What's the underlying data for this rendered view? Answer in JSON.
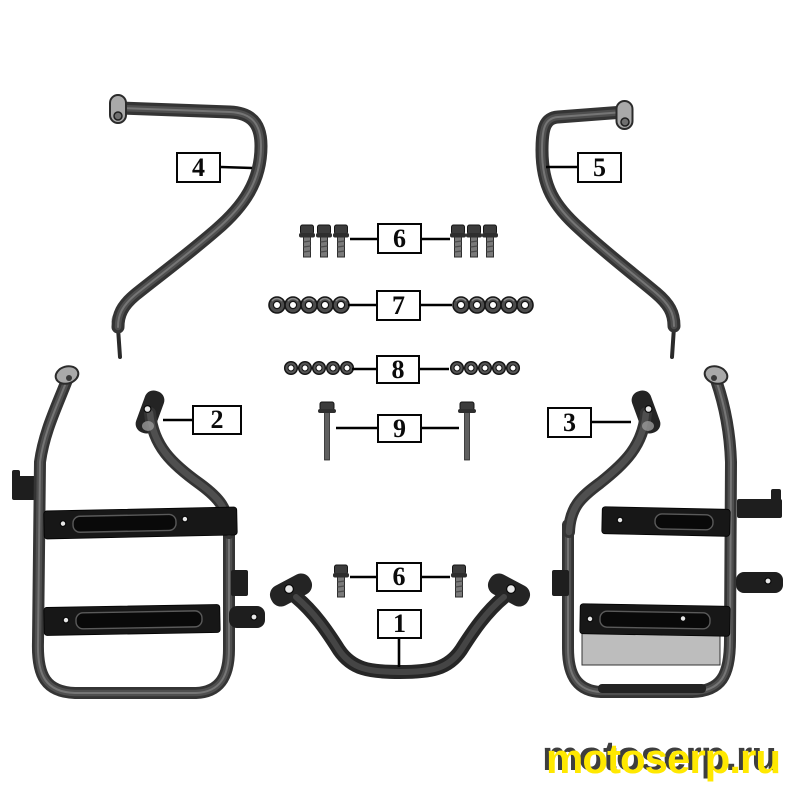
{
  "watermark": {
    "text": "motoserp.ru",
    "color": "#ffe800",
    "shadow_color": "#3e3e3e"
  },
  "callouts": {
    "c1": "1",
    "c2": "2",
    "c3": "3",
    "c4": "4",
    "c5": "5",
    "c6a": "6",
    "c6b": "6",
    "c7": "7",
    "c8": "8",
    "c9": "9"
  },
  "hardware": {
    "row6": {
      "callout": "6",
      "item": "short-flange-bolt",
      "left_count": 3,
      "right_count": 3
    },
    "row7": {
      "callout": "7",
      "item": "large-washer",
      "left_count": 5,
      "right_count": 5
    },
    "row8": {
      "callout": "8",
      "item": "small-washer",
      "left_count": 5,
      "right_count": 5
    },
    "row9": {
      "callout": "9",
      "item": "long-flange-bolt",
      "left_count": 1,
      "right_count": 1
    },
    "row6b": {
      "callout": "6",
      "item": "short-flange-bolt",
      "left_count": 1,
      "right_count": 1
    }
  },
  "parts_shown": [
    "1",
    "2",
    "3",
    "4",
    "5",
    "6",
    "7",
    "8",
    "9"
  ],
  "colors": {
    "background": "#ffffff",
    "tube_dark": "#343434",
    "tube_mid": "#4f4f4f",
    "rail_black": "#171717",
    "hardware_gray": "#555555",
    "callout_border": "#050505",
    "leader_line": "#000000"
  }
}
